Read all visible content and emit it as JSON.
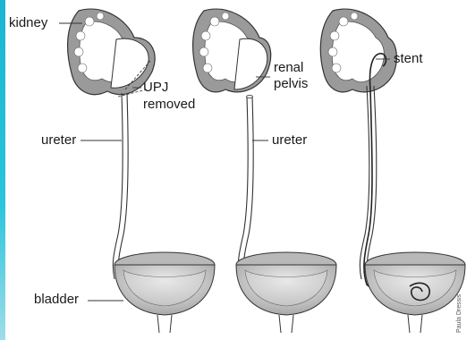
{
  "labels": {
    "kidney": "kidney",
    "upj_line1": "UPJ",
    "upj_line2": "removed",
    "ureter_left": "ureter",
    "bladder": "bladder",
    "renal_line1": "renal",
    "renal_line2": "pelvis",
    "ureter_middle": "ureter",
    "stent": "stent"
  },
  "credit": "Paula Dressis",
  "colors": {
    "accent": "#1bb4d2",
    "kidney_cortex": "#8f8f8f",
    "kidney_inner": "#ffffff",
    "bladder_outer": "#b9b9b9",
    "bladder_inner": "#d9d9d9",
    "outline": "#333333"
  }
}
